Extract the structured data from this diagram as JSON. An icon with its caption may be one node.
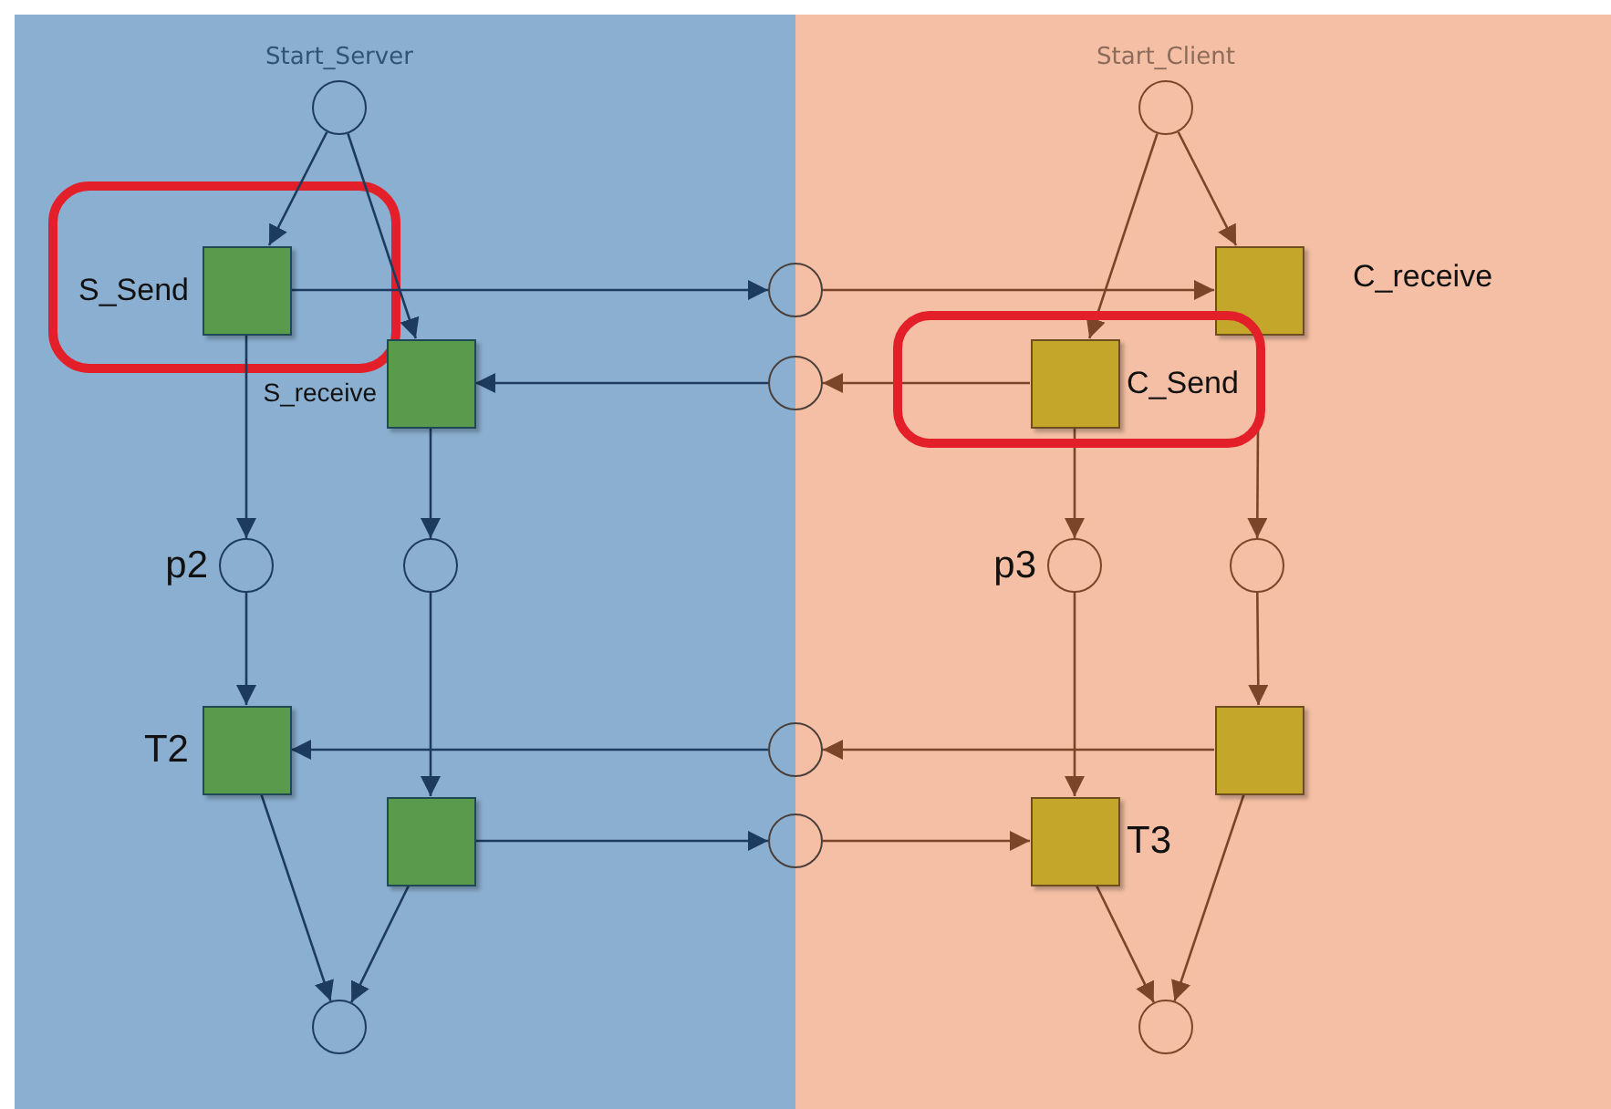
{
  "diagram": {
    "nodes": [
      {
        "text": [
          "Start_Server"
        ]
      },
      {
        "text": [
          "S_Send"
        ]
      },
      {
        "text": [
          "S_receive"
        ]
      },
      {
        "text": [
          "Start_Client"
        ]
      },
      {
        "text": [
          "C_receive"
        ]
      },
      {
        "text": [
          "C_Send"
        ]
      },
      {
        "text": [],
        "shape": "circle"
      },
      {
        "text": [],
        "shape": "circle"
      },
      {
        "text": [
          "p2"
        ]
      },
      {
        "text": [],
        "shape": "circle"
      },
      {
        "text": [
          "p3"
        ]
      },
      {
        "text": [],
        "shape": "circle"
      },
      {
        "text": [
          "T2"
        ]
      },
      {
        "text": [],
        "shape": "box"
      },
      {
        "text": [],
        "shape": "circle"
      },
      {
        "text": [],
        "shape": "circle"
      },
      {
        "text": [],
        "shape": "box"
      },
      {
        "text": [
          "T3"
        ]
      },
      {
        "text": [],
        "shape": "circle"
      },
      {
        "text": [],
        "shape": "circle"
      }
    ],
    "edges": [
      {
        "from": 0,
        "to": 1,
        "arrow": "to"
      },
      {
        "from": 0,
        "to": 2,
        "arrow": "to"
      },
      {
        "from": 1,
        "to": 6,
        "arrow": "to"
      },
      {
        "from": 7,
        "to": 2,
        "arrow": "to"
      },
      {
        "from": 1,
        "to": 8,
        "arrow": "to"
      },
      {
        "from": 2,
        "to": 9,
        "arrow": "to"
      },
      {
        "from": 3,
        "to": 5,
        "arrow": "to",
        "color": "#7a4528"
      },
      {
        "from": 3,
        "to": 4,
        "arrow": "to",
        "color": "#7a4528"
      },
      {
        "from": 6,
        "to": 4,
        "arrow": "to",
        "color": "#7a4528"
      },
      {
        "from": 5,
        "to": 7,
        "arrow": "to",
        "color": "#7a4528"
      },
      {
        "from": 5,
        "to": 10,
        "arrow": "to",
        "color": "#7a4528"
      },
      {
        "from": 4,
        "to": 11,
        "arrow": "to",
        "color": "#7a4528"
      },
      {
        "from": 8,
        "to": 12,
        "arrow": "to"
      },
      {
        "from": 9,
        "to": 13,
        "arrow": "to"
      },
      {
        "from": 14,
        "to": 12,
        "arrow": "to"
      },
      {
        "from": 13,
        "to": 15,
        "arrow": "to"
      },
      {
        "from": 10,
        "to": 17,
        "arrow": "to",
        "color": "#7a4528"
      },
      {
        "from": 11,
        "to": 16,
        "arrow": "to",
        "color": "#7a4528"
      },
      {
        "from": 16,
        "to": 14,
        "arrow": "to",
        "color": "#7a4528"
      },
      {
        "from": 15,
        "to": 17,
        "arrow": "to",
        "color": "#7a4528"
      },
      {
        "from": 12,
        "to": 18,
        "arrow": "to"
      },
      {
        "from": 13,
        "to": 18,
        "arrow": "to"
      },
      {
        "from": 17,
        "to": 19,
        "arrow": "to",
        "color": "#7a4528"
      },
      {
        "from": 16,
        "to": 19,
        "arrow": "to",
        "color": "#7a4528"
      }
    ]
  }
}
